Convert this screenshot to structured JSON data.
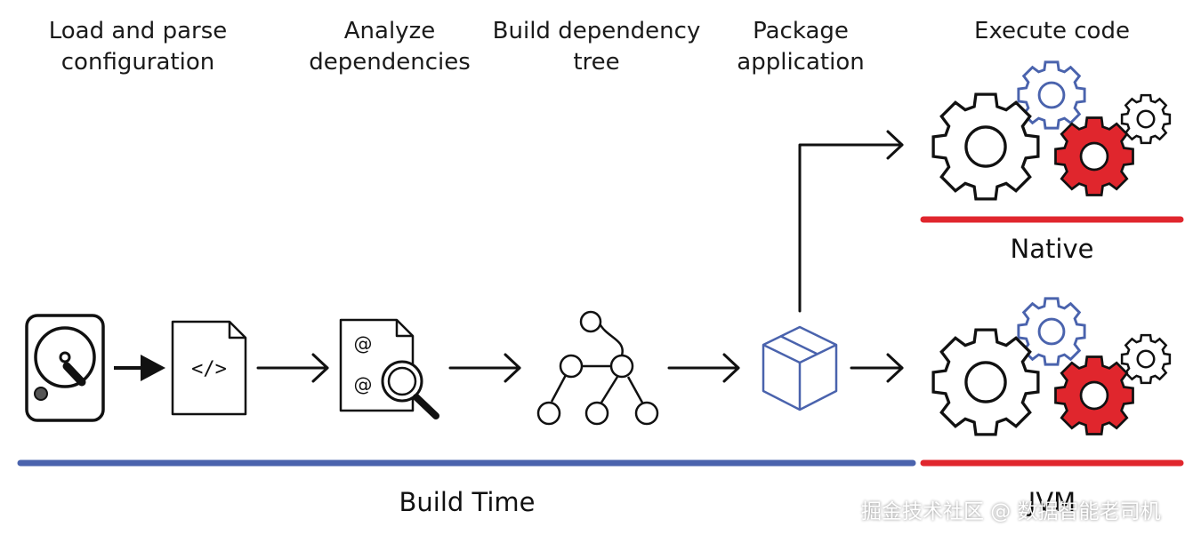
{
  "steps": [
    {
      "label": "Load and parse\nconfiguration",
      "icon": "hard-drive-icon"
    },
    {
      "label": "",
      "icon": "code-file-icon"
    },
    {
      "label": "Analyze\ndependencies",
      "icon": "document-search-icon"
    },
    {
      "label": "Build dependency\ntree",
      "icon": "tree-icon"
    },
    {
      "label": "Package\napplication",
      "icon": "package-box-icon"
    }
  ],
  "execute": {
    "label": "Execute code",
    "icon": "gears-icon"
  },
  "native_label": "Native",
  "jvm_label": "JVM",
  "build_time_label": "Build Time",
  "watermark": "掘金技术社区 @ 数据智能老司机",
  "colors": {
    "accent_blue": "#4a63ad",
    "accent_red": "#e0262d",
    "stroke": "#111111"
  }
}
